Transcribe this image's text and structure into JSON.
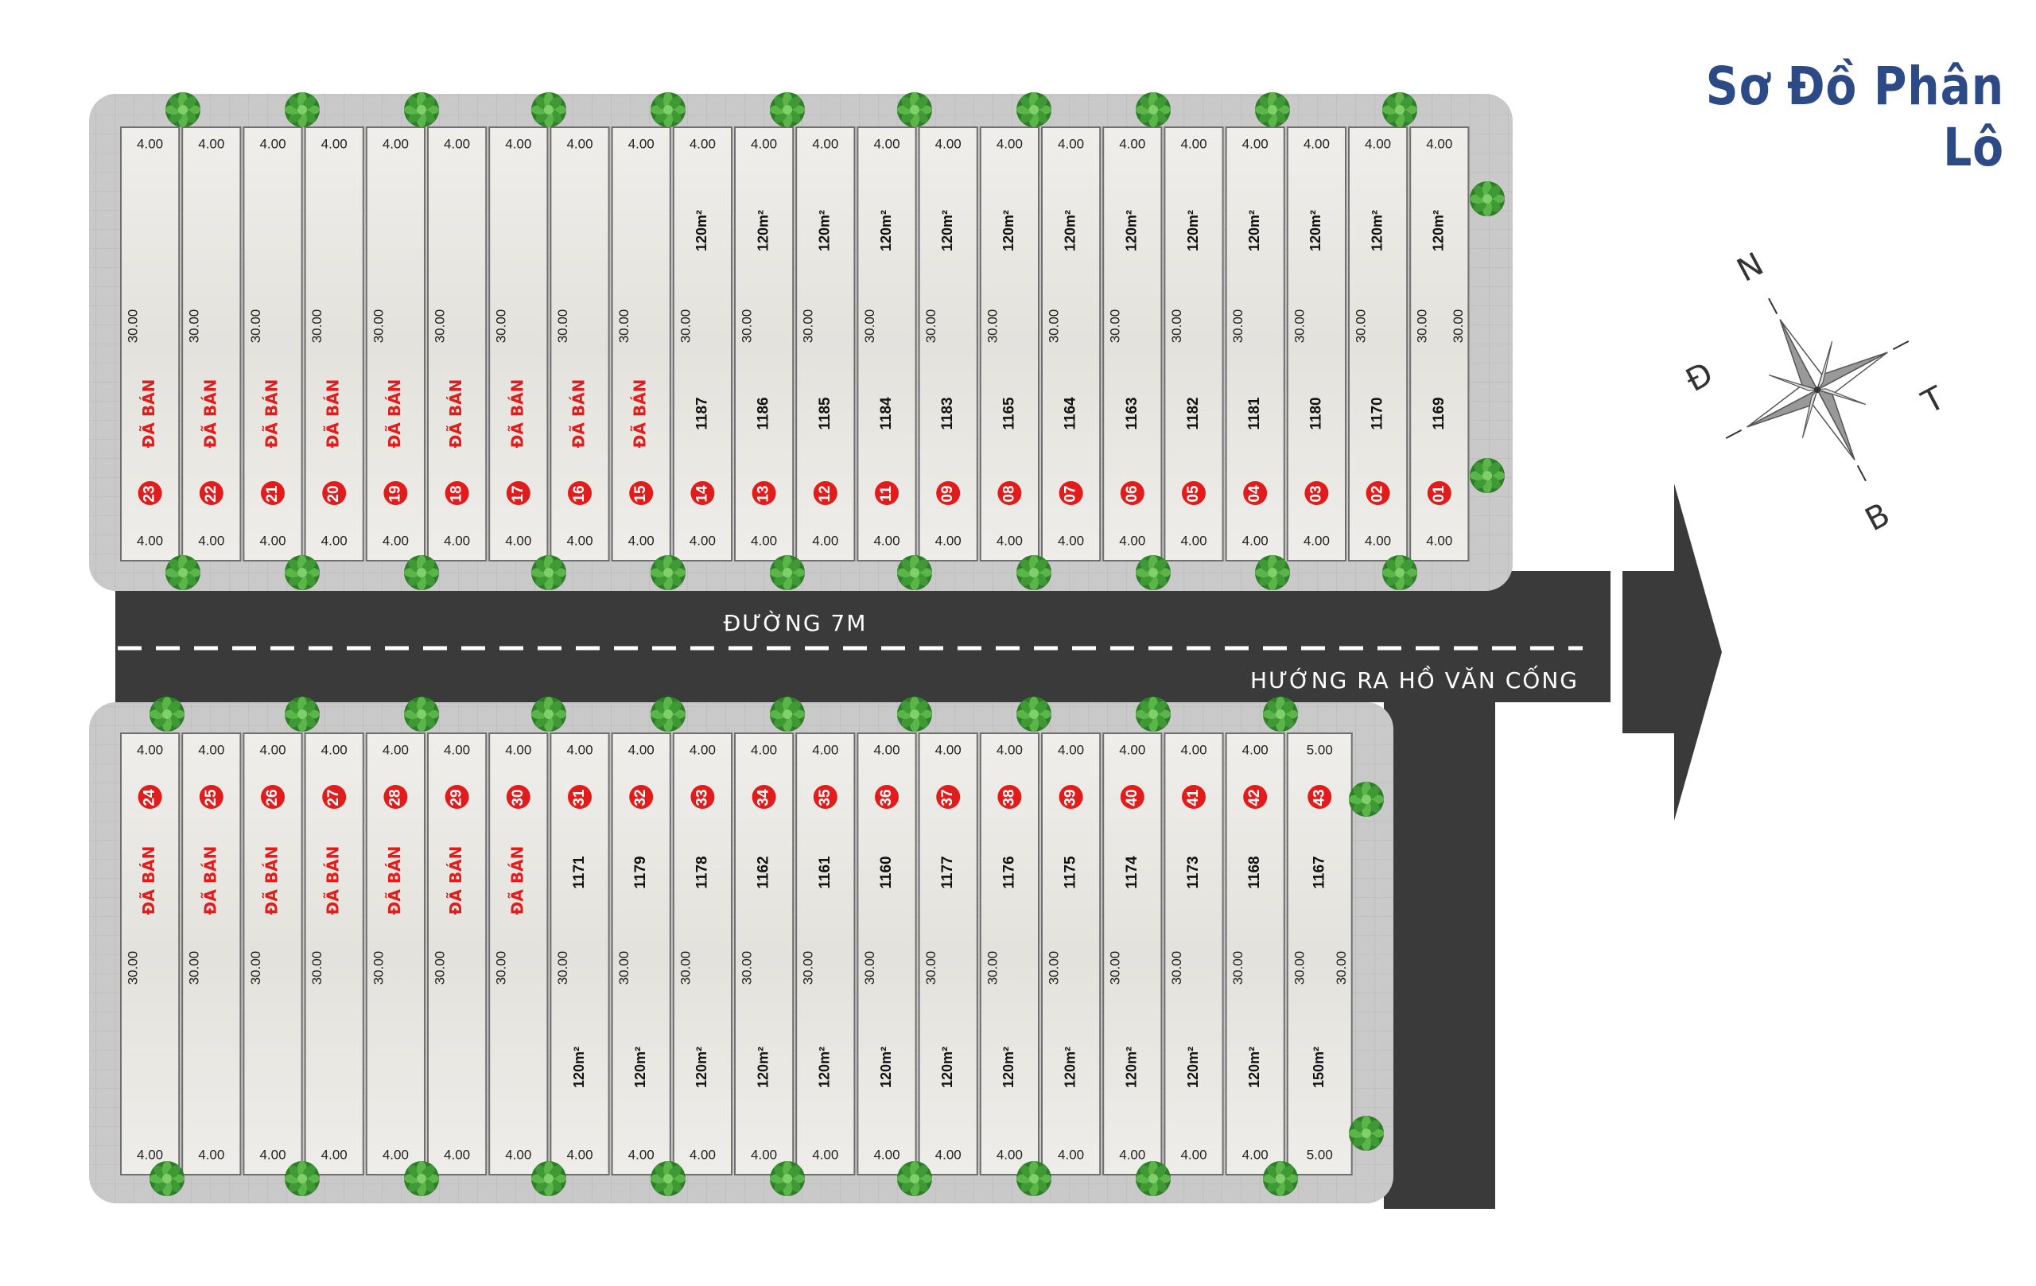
{
  "title": "Sơ Đồ Phân Lô",
  "road": {
    "name": "ĐƯỜNG 7M",
    "direction": "HƯỚNG RA HỒ VĂN CỐNG"
  },
  "compass": {
    "north": "N",
    "east": "Đ",
    "west": "T",
    "south": "B"
  },
  "colors": {
    "sold": "#e21b1b",
    "road": "#3a3a3a",
    "title": "#2c4a86",
    "lot": "#ebe9e4"
  },
  "top_row": {
    "lots": [
      {
        "no": "23",
        "status": "ĐÃ BÁN",
        "front": "4.00",
        "back": "4.00",
        "depth": "30.00"
      },
      {
        "no": "22",
        "status": "ĐÃ BÁN",
        "front": "4.00",
        "back": "4.00",
        "depth": "30.00"
      },
      {
        "no": "21",
        "status": "ĐÃ BÁN",
        "front": "4.00",
        "back": "4.00",
        "depth": "30.00"
      },
      {
        "no": "20",
        "status": "ĐÃ BÁN",
        "front": "4.00",
        "back": "4.00",
        "depth": "30.00"
      },
      {
        "no": "19",
        "status": "ĐÃ BÁN",
        "front": "4.00",
        "back": "4.00",
        "depth": "30.00"
      },
      {
        "no": "18",
        "status": "ĐÃ BÁN",
        "front": "4.00",
        "back": "4.00",
        "depth": "30.00"
      },
      {
        "no": "17",
        "status": "ĐÃ BÁN",
        "front": "4.00",
        "back": "4.00",
        "depth": "30.00"
      },
      {
        "no": "16",
        "status": "ĐÃ BÁN",
        "front": "4.00",
        "back": "4.00",
        "depth": "30.00"
      },
      {
        "no": "15",
        "status": "ĐÃ BÁN",
        "front": "4.00",
        "back": "4.00",
        "depth": "30.00"
      },
      {
        "no": "14",
        "code": "1187",
        "area": "120m²",
        "front": "4.00",
        "back": "4.00",
        "depth": "30.00"
      },
      {
        "no": "13",
        "code": "1186",
        "area": "120m²",
        "front": "4.00",
        "back": "4.00",
        "depth": "30.00"
      },
      {
        "no": "12",
        "code": "1185",
        "area": "120m²",
        "front": "4.00",
        "back": "4.00",
        "depth": "30.00"
      },
      {
        "no": "11",
        "code": "1184",
        "area": "120m²",
        "front": "4.00",
        "back": "4.00",
        "depth": "30.00"
      },
      {
        "no": "09",
        "code": "1183",
        "area": "120m²",
        "front": "4.00",
        "back": "4.00",
        "depth": "30.00"
      },
      {
        "no": "08",
        "code": "1165",
        "area": "120m²",
        "front": "4.00",
        "back": "4.00",
        "depth": "30.00"
      },
      {
        "no": "07",
        "code": "1164",
        "area": "120m²",
        "front": "4.00",
        "back": "4.00",
        "depth": "30.00"
      },
      {
        "no": "06",
        "code": "1163",
        "area": "120m²",
        "front": "4.00",
        "back": "4.00",
        "depth": "30.00"
      },
      {
        "no": "05",
        "code": "1182",
        "area": "120m²",
        "front": "4.00",
        "back": "4.00",
        "depth": "30.00"
      },
      {
        "no": "04",
        "code": "1181",
        "area": "120m²",
        "front": "4.00",
        "back": "4.00",
        "depth": "30.00"
      },
      {
        "no": "03",
        "code": "1180",
        "area": "120m²",
        "front": "4.00",
        "back": "4.00",
        "depth": "30.00"
      },
      {
        "no": "02",
        "code": "1170",
        "area": "120m²",
        "front": "4.00",
        "back": "4.00",
        "depth": "30.00"
      },
      {
        "no": "01",
        "code": "1169",
        "area": "120m²",
        "front": "4.00",
        "back": "4.00",
        "depth": "30.00",
        "depth_right": "30.00"
      }
    ]
  },
  "bottom_row": {
    "lots": [
      {
        "no": "24",
        "status": "ĐÃ BÁN",
        "front": "4.00",
        "back": "4.00",
        "depth": "30.00"
      },
      {
        "no": "25",
        "status": "ĐÃ BÁN",
        "front": "4.00",
        "back": "4.00",
        "depth": "30.00"
      },
      {
        "no": "26",
        "status": "ĐÃ BÁN",
        "front": "4.00",
        "back": "4.00",
        "depth": "30.00"
      },
      {
        "no": "27",
        "status": "ĐÃ BÁN",
        "front": "4.00",
        "back": "4.00",
        "depth": "30.00"
      },
      {
        "no": "28",
        "status": "ĐÃ BÁN",
        "front": "4.00",
        "back": "4.00",
        "depth": "30.00"
      },
      {
        "no": "29",
        "status": "ĐÃ BÁN",
        "front": "4.00",
        "back": "4.00",
        "depth": "30.00"
      },
      {
        "no": "30",
        "status": "ĐÃ BÁN",
        "front": "4.00",
        "back": "4.00",
        "depth": "30.00"
      },
      {
        "no": "31",
        "code": "1171",
        "area": "120m²",
        "front": "4.00",
        "back": "4.00",
        "depth": "30.00"
      },
      {
        "no": "32",
        "code": "1179",
        "area": "120m²",
        "front": "4.00",
        "back": "4.00",
        "depth": "30.00"
      },
      {
        "no": "33",
        "code": "1178",
        "area": "120m²",
        "front": "4.00",
        "back": "4.00",
        "depth": "30.00"
      },
      {
        "no": "34",
        "code": "1162",
        "area": "120m²",
        "front": "4.00",
        "back": "4.00",
        "depth": "30.00"
      },
      {
        "no": "35",
        "code": "1161",
        "area": "120m²",
        "front": "4.00",
        "back": "4.00",
        "depth": "30.00"
      },
      {
        "no": "36",
        "code": "1160",
        "area": "120m²",
        "front": "4.00",
        "back": "4.00",
        "depth": "30.00"
      },
      {
        "no": "37",
        "code": "1177",
        "area": "120m²",
        "front": "4.00",
        "back": "4.00",
        "depth": "30.00"
      },
      {
        "no": "38",
        "code": "1176",
        "area": "120m²",
        "front": "4.00",
        "back": "4.00",
        "depth": "30.00"
      },
      {
        "no": "39",
        "code": "1175",
        "area": "120m²",
        "front": "4.00",
        "back": "4.00",
        "depth": "30.00"
      },
      {
        "no": "40",
        "code": "1174",
        "area": "120m²",
        "front": "4.00",
        "back": "4.00",
        "depth": "30.00"
      },
      {
        "no": "41",
        "code": "1173",
        "area": "120m²",
        "front": "4.00",
        "back": "4.00",
        "depth": "30.00"
      },
      {
        "no": "42",
        "code": "1168",
        "area": "120m²",
        "front": "4.00",
        "back": "4.00",
        "depth": "30.00"
      },
      {
        "no": "43",
        "code": "1167",
        "area": "150m²",
        "front": "5.00",
        "back": "5.00",
        "depth": "30.00",
        "depth_right": "30.00"
      }
    ]
  }
}
